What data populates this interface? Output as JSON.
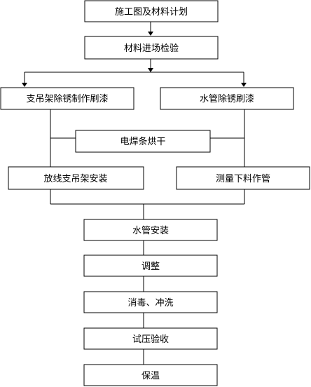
{
  "flowchart": {
    "steps": {
      "plan": "施工图及材料计划",
      "inspect": "材料进场检验",
      "support_rust": "支吊架除锈制作刷漆",
      "pipe_rust": "水管除锈刷漆",
      "electrode_dry": "电焊条烘干",
      "support_install": "放线支吊架安装",
      "measure_cut": "测量下料作管",
      "pipe_install": "水管安装",
      "adjust": "调整",
      "disinfect": "消毒、冲洗",
      "pressure_test": "试压验收",
      "insulation": "保温"
    }
  }
}
